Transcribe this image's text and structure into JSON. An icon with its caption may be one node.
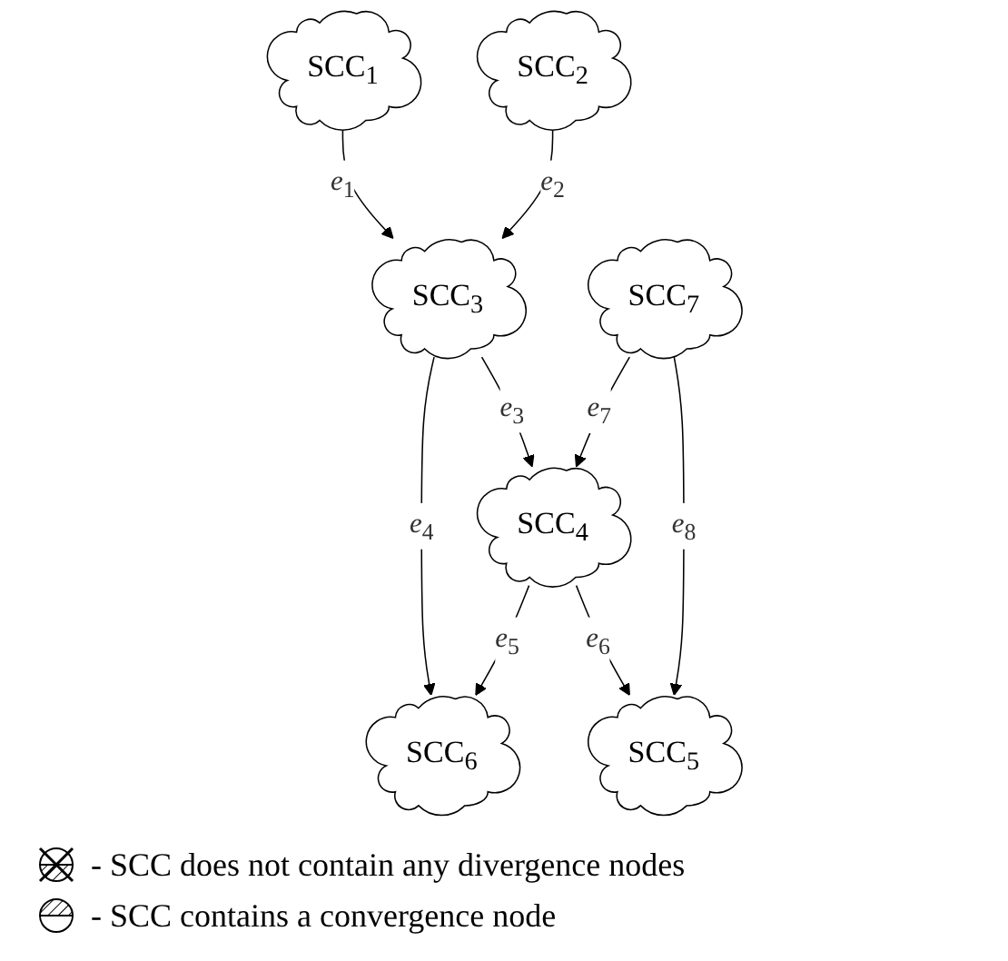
{
  "diagram": {
    "nodes": [
      {
        "text": [
          "SCC$_{1}$"
        ]
      },
      {
        "text": [
          "SCC$_{2}$"
        ]
      },
      {
        "text": [
          "SCC$_{3}$"
        ]
      },
      {
        "text": [
          "SCC$_{7}$"
        ]
      },
      {
        "text": [
          "SCC$_{4}$"
        ]
      },
      {
        "text": [
          "SCC$_{5}$"
        ]
      },
      {
        "text": [
          "SCC$_{6}$"
        ]
      }
    ],
    "edges": [
      {
        "from": 0,
        "to": 2,
        "arrow": "to",
        "label": "*e*$_{1}$"
      },
      {
        "from": 1,
        "to": 2,
        "arrow": "to",
        "label": "*e*$_{2}$"
      },
      {
        "from": 2,
        "to": 4,
        "arrow": "to",
        "label": "*e*$_{3}$"
      },
      {
        "from": 2,
        "to": 6,
        "arrow": "to",
        "label": "*e*$_{4}$"
      },
      {
        "from": 4,
        "to": 6,
        "arrow": "to",
        "label": "*e*$_{5}$"
      },
      {
        "from": 4,
        "to": 5,
        "arrow": "to",
        "label": "*e*$_{6}$"
      },
      {
        "from": 3,
        "to": 4,
        "arrow": "to",
        "label": "*e*$_{7}$"
      },
      {
        "from": 3,
        "to": 5,
        "arrow": "to",
        "label": "*e*$_{8}$"
      }
    ],
    "legend": [
      {
        "text": "- SCC does not contain any divergence nodes"
      },
      {
        "text": "- SCC contains a convergence node"
      }
    ]
  }
}
